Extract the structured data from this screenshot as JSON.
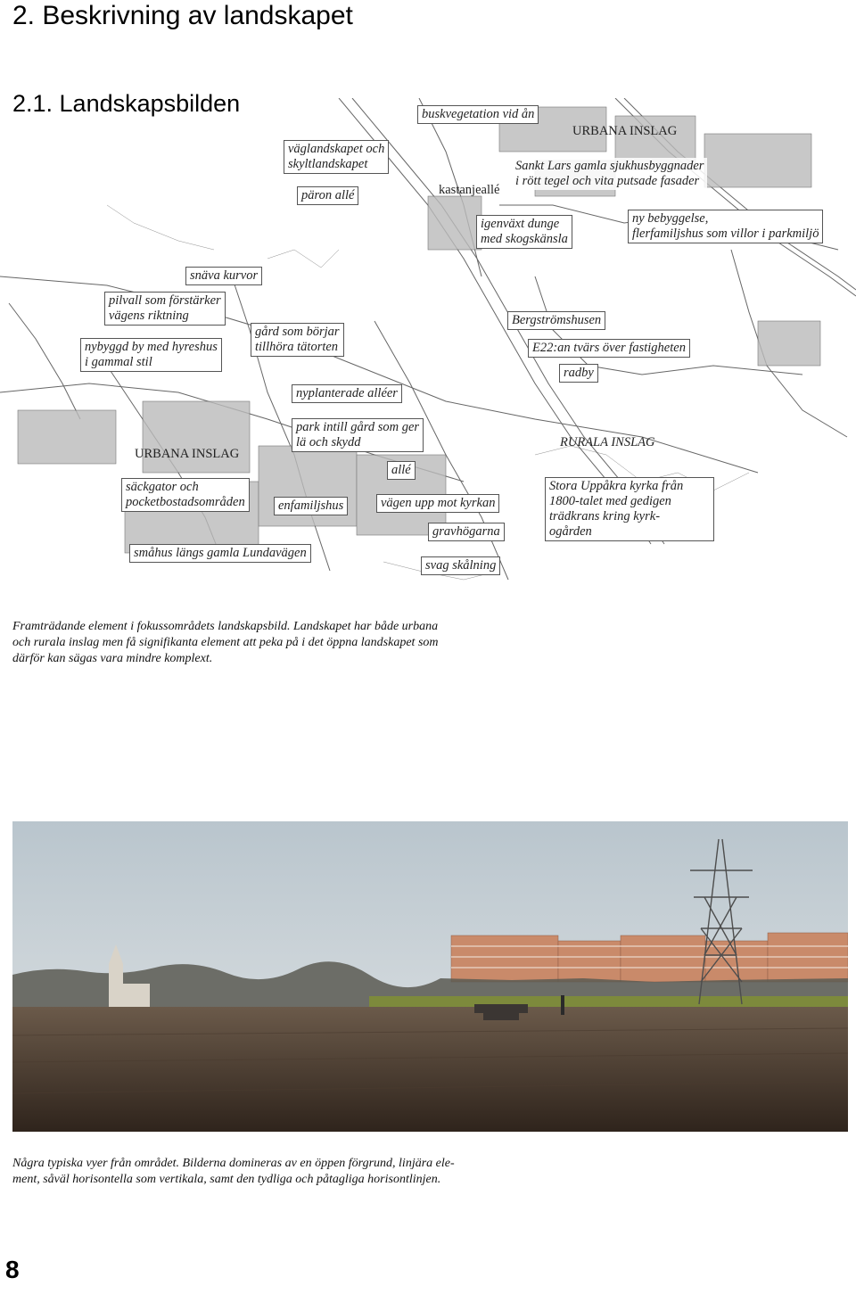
{
  "heading": "2. Beskrivning av landskapet",
  "subheading": "2.1. Landskapsbilden",
  "map_labels": {
    "buskvegetation": "buskvegetation vid ån",
    "urbana_top": "URBANA INSLAG",
    "vaglandskapet_1": "väglandskapet och",
    "vaglandskapet_2": "skyltlandskapet",
    "sankt_lars_1": "Sankt Lars gamla sjukhusbyggnader",
    "sankt_lars_2": "i rött tegel och vita putsade fasader",
    "kastanjealle": "kastanjeallé",
    "paron_alle": "päron allé",
    "igenvaxt_1": "igenväxt dunge",
    "igenvaxt_2": "med skogskänsla",
    "ny_bebyggelse_1": "ny bebyggelse,",
    "ny_bebyggelse_2": "flerfamiljshus som villor i parkmiljö",
    "snava_kurvor": "snäva kurvor",
    "pilvall_1": "pilvall som förstärker",
    "pilvall_2": "vägens riktning",
    "nybyggd_1": "nybyggd by med hyreshus",
    "nybyggd_2": "i gammal stil",
    "gard_1": "gård som börjar",
    "gard_2": "tillhöra tätorten",
    "bergstromshusen": "Bergströmshusen",
    "e22": "E22:an tvärs över fastigheten",
    "radby": "radby",
    "nyplanterade": "nyplanterade alléer",
    "park_1": "park intill gård som ger",
    "park_2": "lä och skydd",
    "rurala": "RURALA INSLAG",
    "urbana_left": "URBANA INSLAG",
    "alle": "allé",
    "sackgator_1": "säckgator och",
    "sackgator_2": "pocketbostadsområden",
    "enfamiljshus": "enfamiljshus",
    "vagen_upp": "vägen upp mot kyrkan",
    "stora_uppakra_1": "Stora Uppåkra kyrka från",
    "stora_uppakra_2": "1800-talet med gedigen",
    "stora_uppakra_3": "trädkrans kring kyrk-",
    "stora_uppakra_4": "ogården",
    "gravhogarna": "gravhögarna",
    "smahus": "småhus längs gamla Lundavägen",
    "svag_skalning": "svag skålning"
  },
  "caption_1": {
    "line1": "Framträdande element i fokussområdets landskapsbild. Landskapet har både urbana",
    "line2": "och rurala inslag men få signifikanta element att peka på i det öppna landskapet som",
    "line3": "därför kan sägas vara mindre komplext."
  },
  "caption_2": {
    "line1": "Några typiska vyer från området. Bilderna domineras av en öppen förgrund, linjära ele-",
    "line2": "ment, såväl horisontella som vertikala, samt den tydliga och påtagliga horisontlinjen."
  },
  "page_number": "8",
  "colors": {
    "sky_top": "#bcc7cf",
    "sky_bottom": "#dde2e4",
    "field_near": "#3a2c22",
    "field_far": "#6b5a4a",
    "grass": "#7d8a3c",
    "building": "#c98a6a"
  }
}
